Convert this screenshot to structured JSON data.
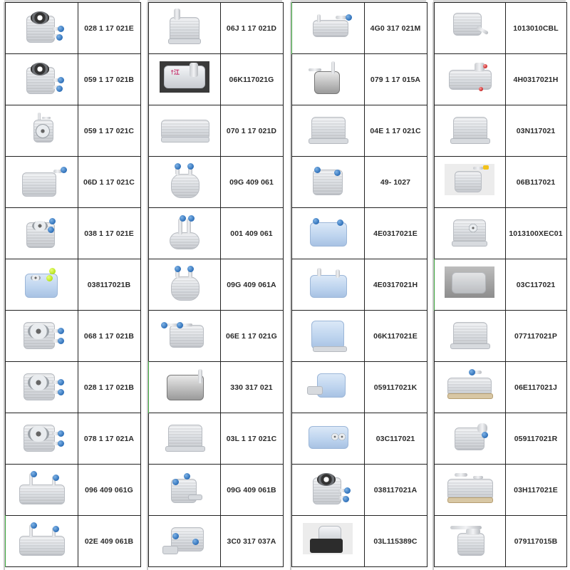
{
  "catalog": {
    "accent_colors": {
      "grid_line": "#222222",
      "sheet_edge": "#c9c9c9",
      "selection_marker": "#3aa53a",
      "plug_blue": "#2d6fb8",
      "plug_green": "#b6e21c"
    },
    "tables": [
      {
        "rows": [
          {
            "part_number": "028 1 17 021E",
            "icon": "square-cooler-with-seal-and-blue-plugs"
          },
          {
            "part_number": "059 1 17 021B",
            "icon": "square-cooler-with-seal-and-blue-plugs"
          },
          {
            "part_number": "059 1 17 021C",
            "icon": "small-cooler-with-round-port"
          },
          {
            "part_number": "06D 1 17 021C",
            "icon": "rectangular-cooler-with-bent-pipe"
          },
          {
            "part_number": "038 1 17 021E",
            "icon": "square-cooler-with-blue-plugs"
          },
          {
            "part_number": "038117021B",
            "icon": "blue-cooler-with-green-plugs"
          },
          {
            "part_number": "068 1 17 021B",
            "icon": "square-cooler-with-side-pipes"
          },
          {
            "part_number": "028 1 17 021B",
            "icon": "square-cooler-with-side-pipes"
          },
          {
            "part_number": "078 1 17 021A",
            "icon": "square-cooler-with-side-pipes"
          },
          {
            "part_number": "096 409 061G",
            "icon": "flat-cooler-with-two-pipes"
          },
          {
            "part_number": "02E 409 061B",
            "icon": "flat-cooler-with-two-pipes"
          }
        ]
      },
      {
        "rows": [
          {
            "part_number": "06J 1 17 021D",
            "icon": "rectangular-cooler-with-top-pipe"
          },
          {
            "part_number": "06K117021G",
            "icon": "photo-cooler-with-marking"
          },
          {
            "part_number": "070 1 17 021D",
            "icon": "long-flat-plate-cooler"
          },
          {
            "part_number": "09G 409 061",
            "icon": "round-cooler-with-two-blue-plugs"
          },
          {
            "part_number": "001 409 061",
            "icon": "round-cooler-with-curved-pipes"
          },
          {
            "part_number": "09G 409 061A",
            "icon": "round-cooler-with-two-blue-plugs"
          },
          {
            "part_number": "06E 1 17 021G",
            "icon": "rectangular-cooler-with-two-pipes"
          },
          {
            "part_number": "330 317 021",
            "icon": "cast-housing-cooler"
          },
          {
            "part_number": "03L 1 17 021C",
            "icon": "rectangular-plate-cooler"
          },
          {
            "part_number": "09G 409 061B",
            "icon": "compact-cooler-with-blue-plugs"
          },
          {
            "part_number": "3C0 317 037A",
            "icon": "cooler-with-mount-and-blue-plugs"
          }
        ]
      },
      {
        "rows": [
          {
            "part_number": "4G0 317 021M",
            "icon": "flat-cooler-with-pipes"
          },
          {
            "part_number": "079 1 17 015A",
            "icon": "dark-cooler-with-pipes"
          },
          {
            "part_number": "04E 1 17 021C",
            "icon": "rectangular-plate-cooler"
          },
          {
            "part_number": "49- 1027",
            "icon": "cooler-with-two-blue-plugs"
          },
          {
            "part_number": "4E0317021E",
            "icon": "light-blue-cooler-with-plugs"
          },
          {
            "part_number": "4E0317021H",
            "icon": "light-blue-cooler-with-ports"
          },
          {
            "part_number": "06K117021E",
            "icon": "stacked-plate-cooler"
          },
          {
            "part_number": "059117021K",
            "icon": "cooler-with-side-flange"
          },
          {
            "part_number": "03C117021",
            "icon": "cooler-with-two-ports"
          },
          {
            "part_number": "038117021A",
            "icon": "square-cooler-with-seal-and-blue-plugs"
          },
          {
            "part_number": "03L115389C",
            "icon": "cooler-with-black-housing"
          }
        ]
      },
      {
        "rows": [
          {
            "part_number": "1013010CBL",
            "icon": "cooler-with-angled-pipe"
          },
          {
            "part_number": "4H0317021H",
            "icon": "complex-cooler-with-red-plugs"
          },
          {
            "part_number": "03N117021",
            "icon": "rectangular-plate-cooler"
          },
          {
            "part_number": "06B117021",
            "icon": "photo-cooler-with-yellow-cap"
          },
          {
            "part_number": "1013100XEC01",
            "icon": "cooler-with-center-port"
          },
          {
            "part_number": "03C117021",
            "icon": "photo-grey-cooler"
          },
          {
            "part_number": "077117021P",
            "icon": "rectangular-plate-cooler"
          },
          {
            "part_number": "06E117021J",
            "icon": "cooler-with-brass-base-and-pipe"
          },
          {
            "part_number": "059117021R",
            "icon": "cooler-with-looped-pipe"
          },
          {
            "part_number": "03H117021E",
            "icon": "cooler-with-brass-base-and-pipes"
          },
          {
            "part_number": "079117015B",
            "icon": "cooler-with-top-pipe-assembly"
          }
        ]
      }
    ]
  }
}
